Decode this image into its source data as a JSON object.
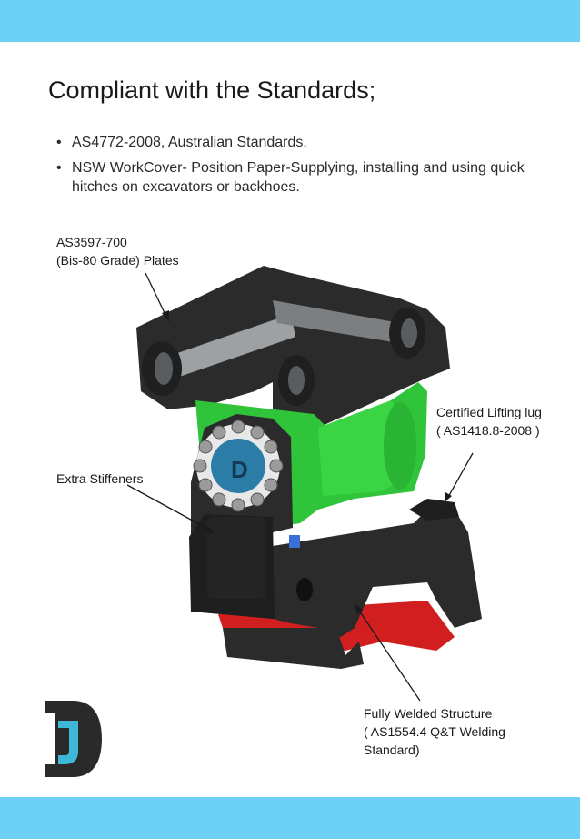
{
  "title": "Compliant with the Standards;",
  "bullets": [
    "AS4772-2008, Australian Standards.",
    "NSW WorkCover- Position Paper-Supplying, installing and using quick hitches on excavators or backhoes."
  ],
  "bullet_glyph": "•",
  "callouts": {
    "plates": {
      "line1": "AS3597-700",
      "line2": "(Bis-80 Grade) Plates"
    },
    "lifting": {
      "line1": "Certified Lifting lug",
      "line2": "( AS1418.8-2008 )"
    },
    "stiffeners": {
      "line1": "Extra Stiffeners"
    },
    "welded": {
      "line1": "Fully Welded Structure",
      "line2": "( AS1554.4 Q&T Welding",
      "line3": "Standard)"
    }
  },
  "colors": {
    "band": "#6dd0f5",
    "hitch_body": "#2b2b2b",
    "cylinder": "#2fc43a",
    "accent_red": "#d11f1f",
    "logo_dark": "#2a2a2a",
    "logo_blue": "#3fb7d9"
  }
}
